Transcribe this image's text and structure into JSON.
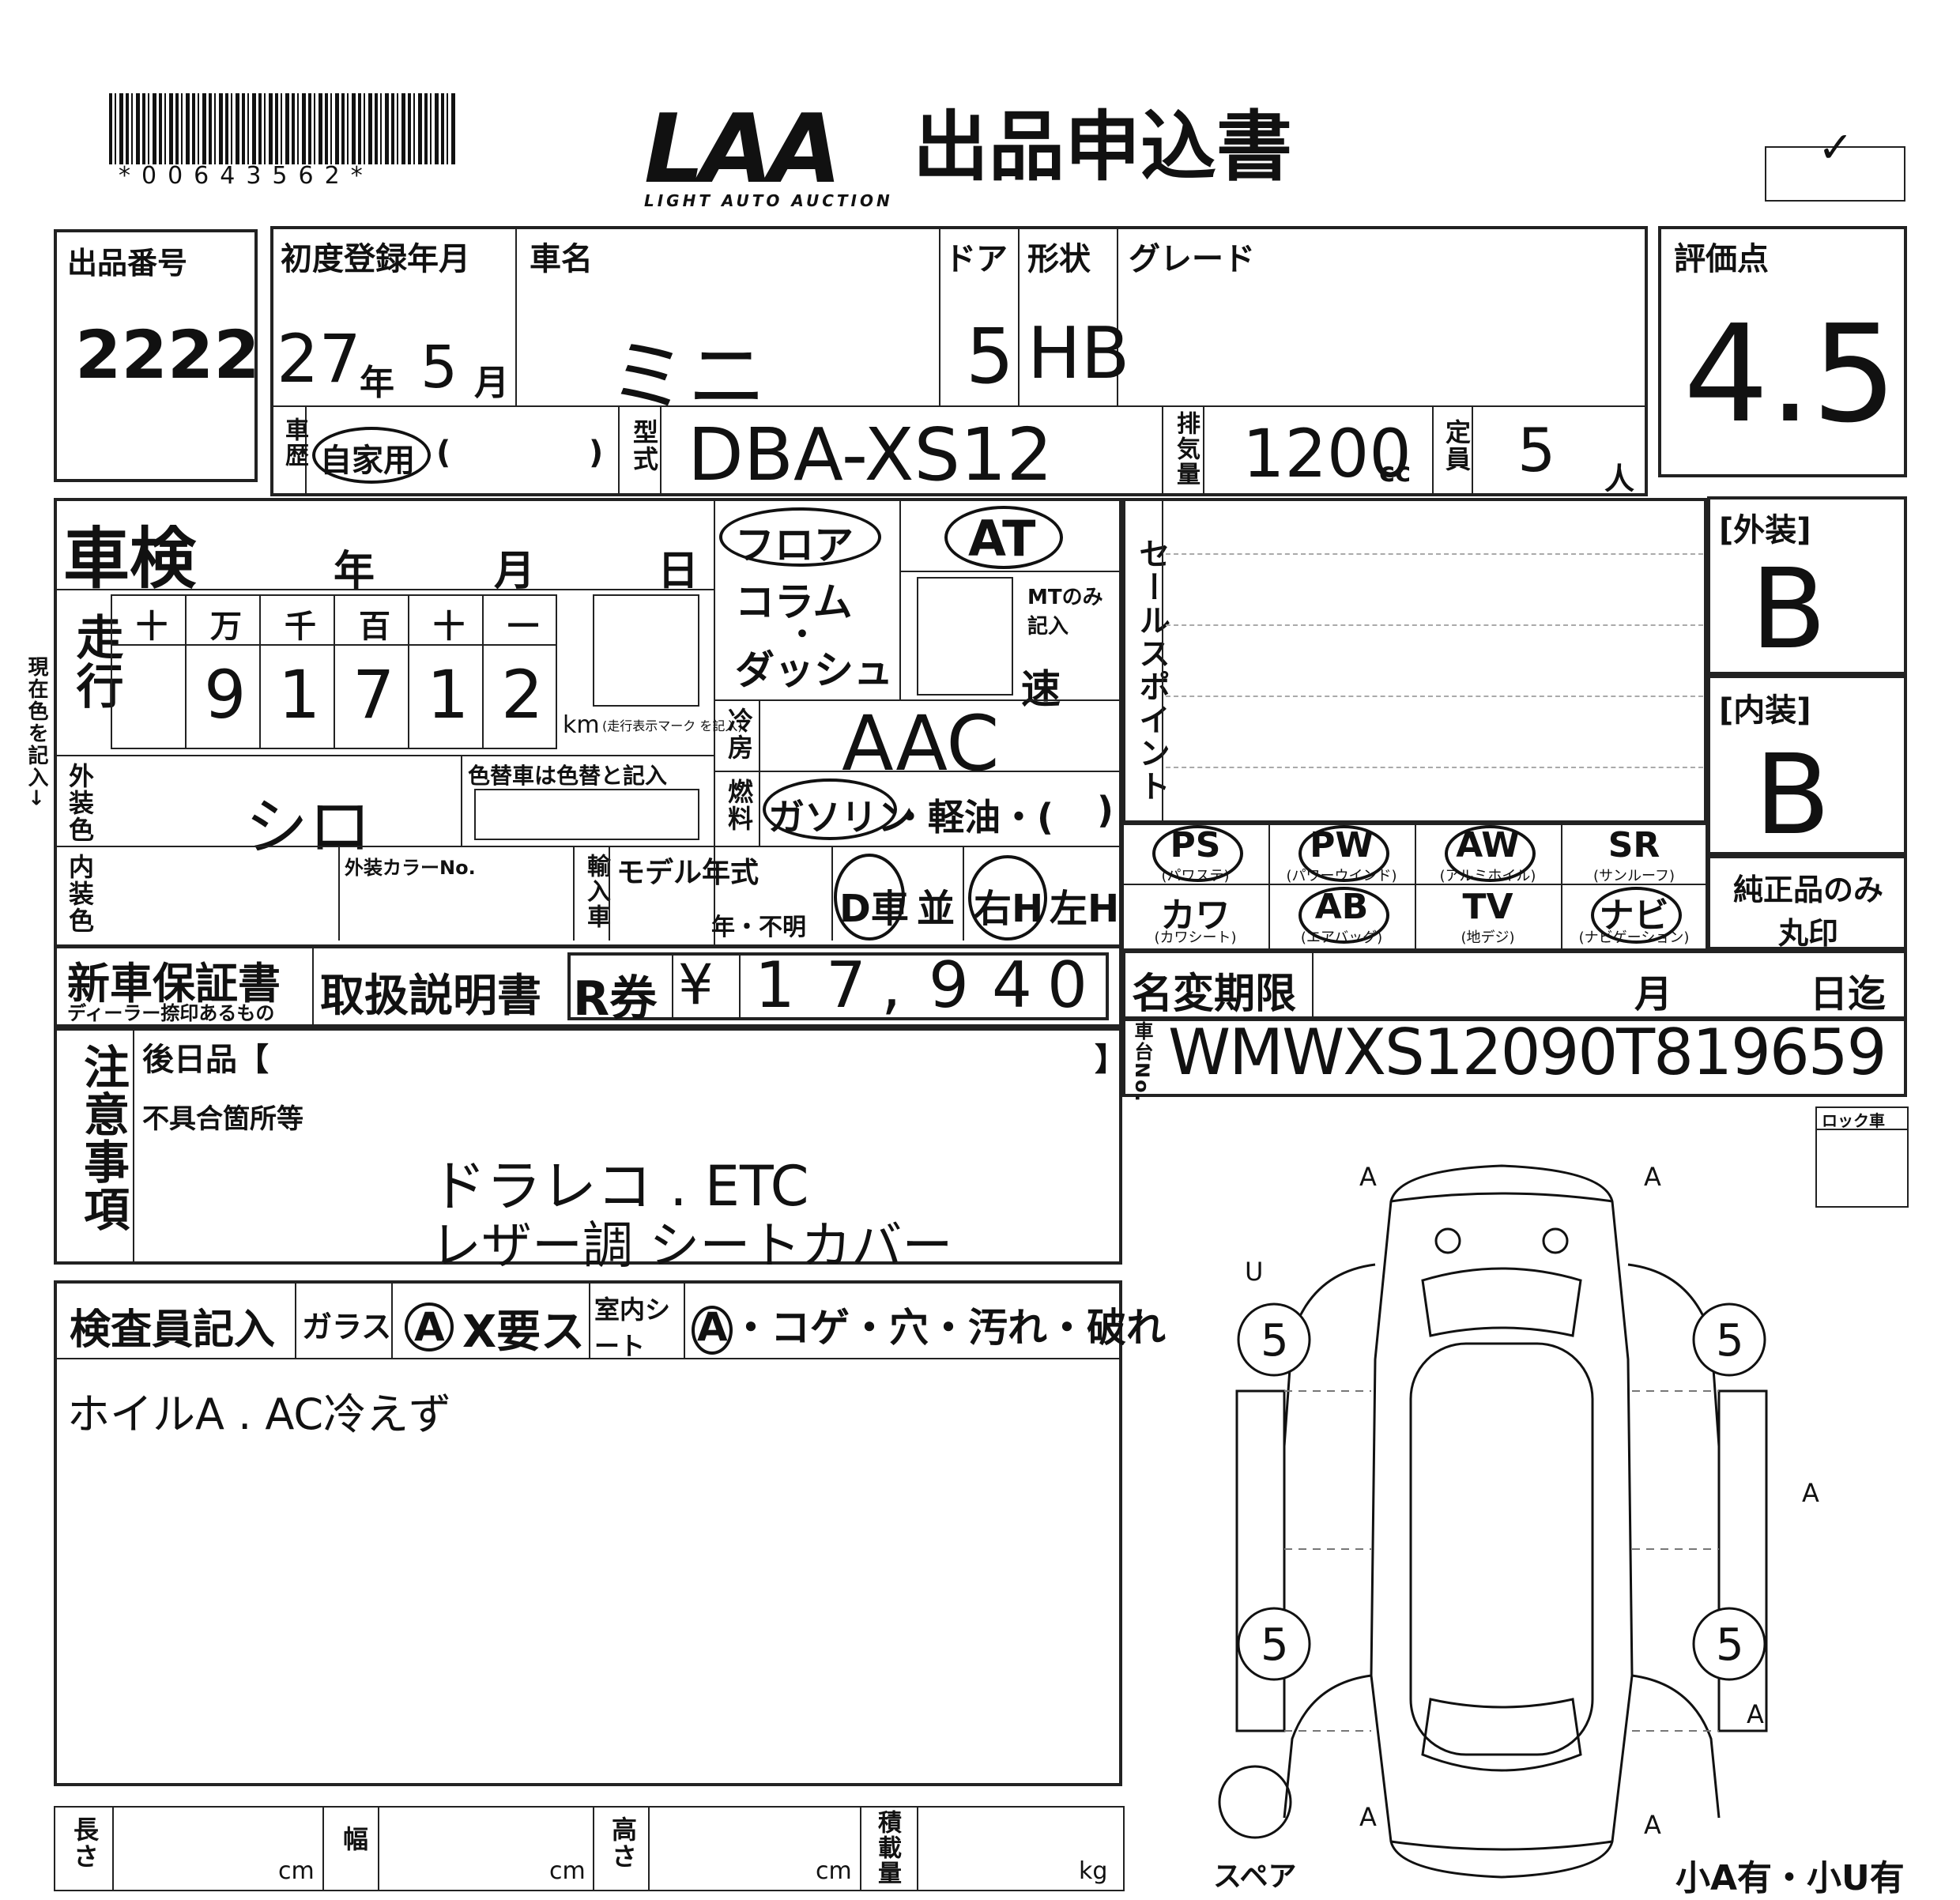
{
  "header": {
    "barcode_text": "*00643562*",
    "logo": "LAA",
    "logo_sub": "LIGHT AUTO AUCTION",
    "title": "出品申込書"
  },
  "lot": {
    "label": "出品番号",
    "value": "2222"
  },
  "first_reg": {
    "label": "初度登録年月",
    "year": "27",
    "year_unit": "年",
    "month": "5",
    "month_unit": "月"
  },
  "car_name": {
    "label": "車名",
    "value": "ミニ"
  },
  "door": {
    "label": "ドア",
    "value": "5"
  },
  "shape": {
    "label": "形状",
    "value": "HB"
  },
  "grade": {
    "label": "グレード",
    "value": ""
  },
  "score": {
    "label": "評価点",
    "value": "4.5"
  },
  "history": {
    "label": "車歴",
    "value": "自家用",
    "paren_open": "(",
    "paren_close": ")"
  },
  "model": {
    "label": "型式",
    "value": "DBA-XS12"
  },
  "displacement": {
    "label": "排気量",
    "value": "1200",
    "unit": "cc"
  },
  "capacity": {
    "label": "定員",
    "value": "5",
    "unit": "人"
  },
  "shaken": {
    "label": "車検",
    "year": "年",
    "month": "月",
    "day": "日"
  },
  "mileage": {
    "label": "走行",
    "headers": [
      "十",
      "万",
      "千",
      "百",
      "十",
      "一"
    ],
    "digits": [
      "",
      "9",
      "1",
      "7",
      "1",
      "2"
    ],
    "unit": "km",
    "note": "(走行表示マーク を記入)"
  },
  "exterior_color": {
    "label": "外装色",
    "value": "シロ",
    "repaint_label": "色替車は色替と記入"
  },
  "interior_color": {
    "label": "内装色",
    "color_no_label": "外装カラーNo."
  },
  "import": {
    "label": "輸入車",
    "model_year_label": "モデル年式",
    "year_unknown": "年・不明"
  },
  "drive": {
    "d_label": "D車",
    "parallel": "並",
    "right": "右H",
    "left": "左H"
  },
  "shift": {
    "floor": "フロア",
    "column": "コラム",
    "dot": "・",
    "dash": "ダッシュ",
    "at": "AT",
    "mt_note": "MTのみ記入",
    "speed": "速"
  },
  "aircon": {
    "label": "冷房",
    "value": "AAC"
  },
  "fuel": {
    "label": "燃料",
    "gasoline": "ガソリン",
    "diesel": "・軽油・(",
    "close": ")"
  },
  "sales_point": {
    "label": "セールスポイント"
  },
  "exterior_grade": {
    "label": "[外装]",
    "value": "B"
  },
  "interior_grade": {
    "label": "[内装]",
    "value": "B"
  },
  "equipment": [
    {
      "code": "PS",
      "sub": "(パワステ)",
      "circled": true
    },
    {
      "code": "PW",
      "sub": "(パワーウインド)",
      "circled": true
    },
    {
      "code": "AW",
      "sub": "(アルミホイル)",
      "circled": true
    },
    {
      "code": "SR",
      "sub": "(サンルーフ)",
      "circled": false
    },
    {
      "code": "カワ",
      "sub": "(カワシート)",
      "circled": false
    },
    {
      "code": "AB",
      "sub": "(エアバッグ)",
      "circled": true
    },
    {
      "code": "TV",
      "sub": "(地デジ)",
      "circled": false
    },
    {
      "code": "ナビ",
      "sub": "(ナビゲーション)",
      "circled": true
    }
  ],
  "genuine": {
    "label": "純正品のみ丸印"
  },
  "warranty": {
    "label": "新車保証書",
    "sub": "ディーラー捺印あるもの"
  },
  "manual": {
    "label": "取扱説明書"
  },
  "recycle": {
    "label": "R券",
    "yen": "¥",
    "digits": [
      "1",
      "7",
      ",",
      "9",
      "4",
      "0"
    ]
  },
  "name_change": {
    "label": "名変期限",
    "month": "月",
    "day": "日迄"
  },
  "chassis": {
    "label": "車台No.",
    "value": "WMWXS12090T819659"
  },
  "notes": {
    "label": "注意事項",
    "later_items": "後日品【",
    "later_close": "】",
    "defects_label": "不具合箇所等",
    "line1": "ドラレコ . ETC",
    "line2": "レザー調 シートカバー"
  },
  "lock_label": "ロック車",
  "inspector": {
    "label": "検査員記入",
    "glass_label": "ガラス",
    "glass_value": "A",
    "glass_rest": "X要ス",
    "seat_label": "室内シート",
    "seat_value": "A",
    "seat_rest": "・コゲ・穴・汚れ・破れ",
    "comment": "ホイルA . AC冷えず"
  },
  "dimensions": {
    "length": "長さ",
    "width": "幅",
    "height": "高さ",
    "load": "積載量",
    "cm": "cm",
    "kg": "kg"
  },
  "diagram": {
    "tires": [
      "5",
      "5",
      "5",
      "5"
    ],
    "marks": [
      "A",
      "A",
      "U",
      "A",
      "A",
      "A",
      "A"
    ],
    "spare": "スペア",
    "small": "小A有・小U有"
  },
  "check_mark": "✓"
}
